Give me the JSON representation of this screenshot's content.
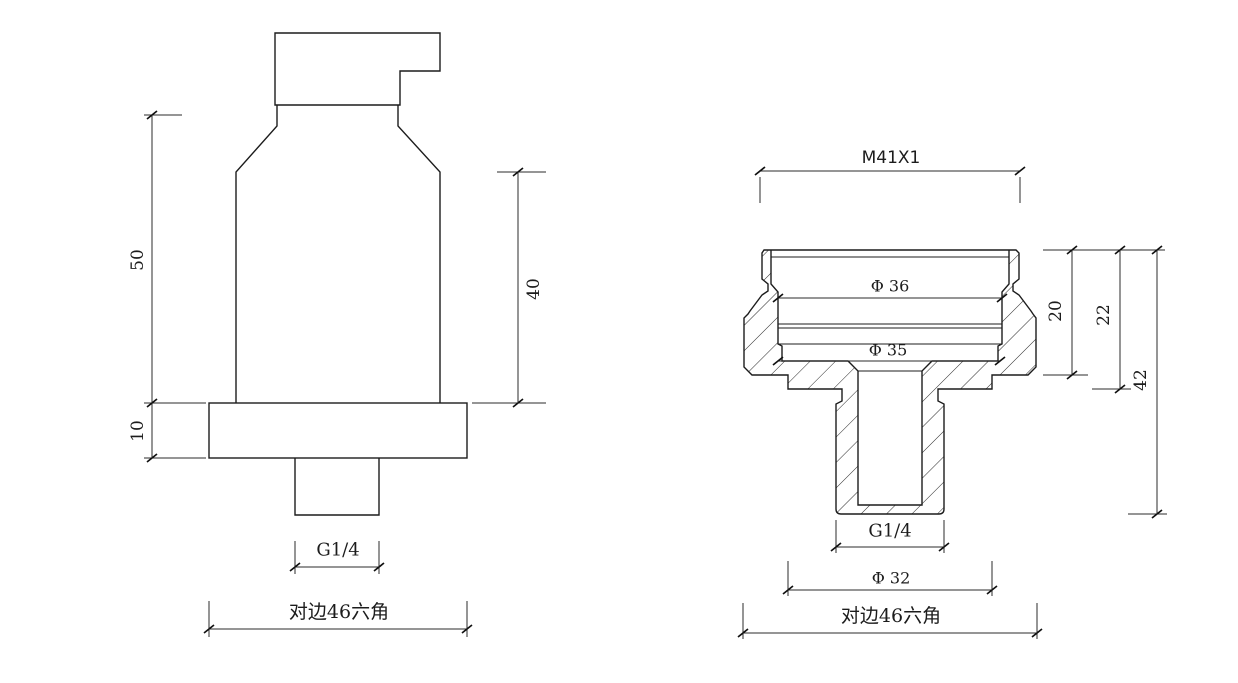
{
  "left_view": {
    "dim_50": "50",
    "dim_10": "10",
    "dim_40": "40",
    "thread_label": "G1/4",
    "hex_label": "对边46六角"
  },
  "right_view": {
    "thread_top_label": "M41X1",
    "dia36_label": "Φ 36",
    "dia35_label": "Φ 35",
    "dim_20": "20",
    "dim_22": "22",
    "dim_42": "42",
    "thread_bottom_label": "G1/4",
    "dia32_label": "Φ 32",
    "hex_label": "对边46六角"
  },
  "colors": {
    "line": "#1c1c1c",
    "background": "#ffffff"
  }
}
